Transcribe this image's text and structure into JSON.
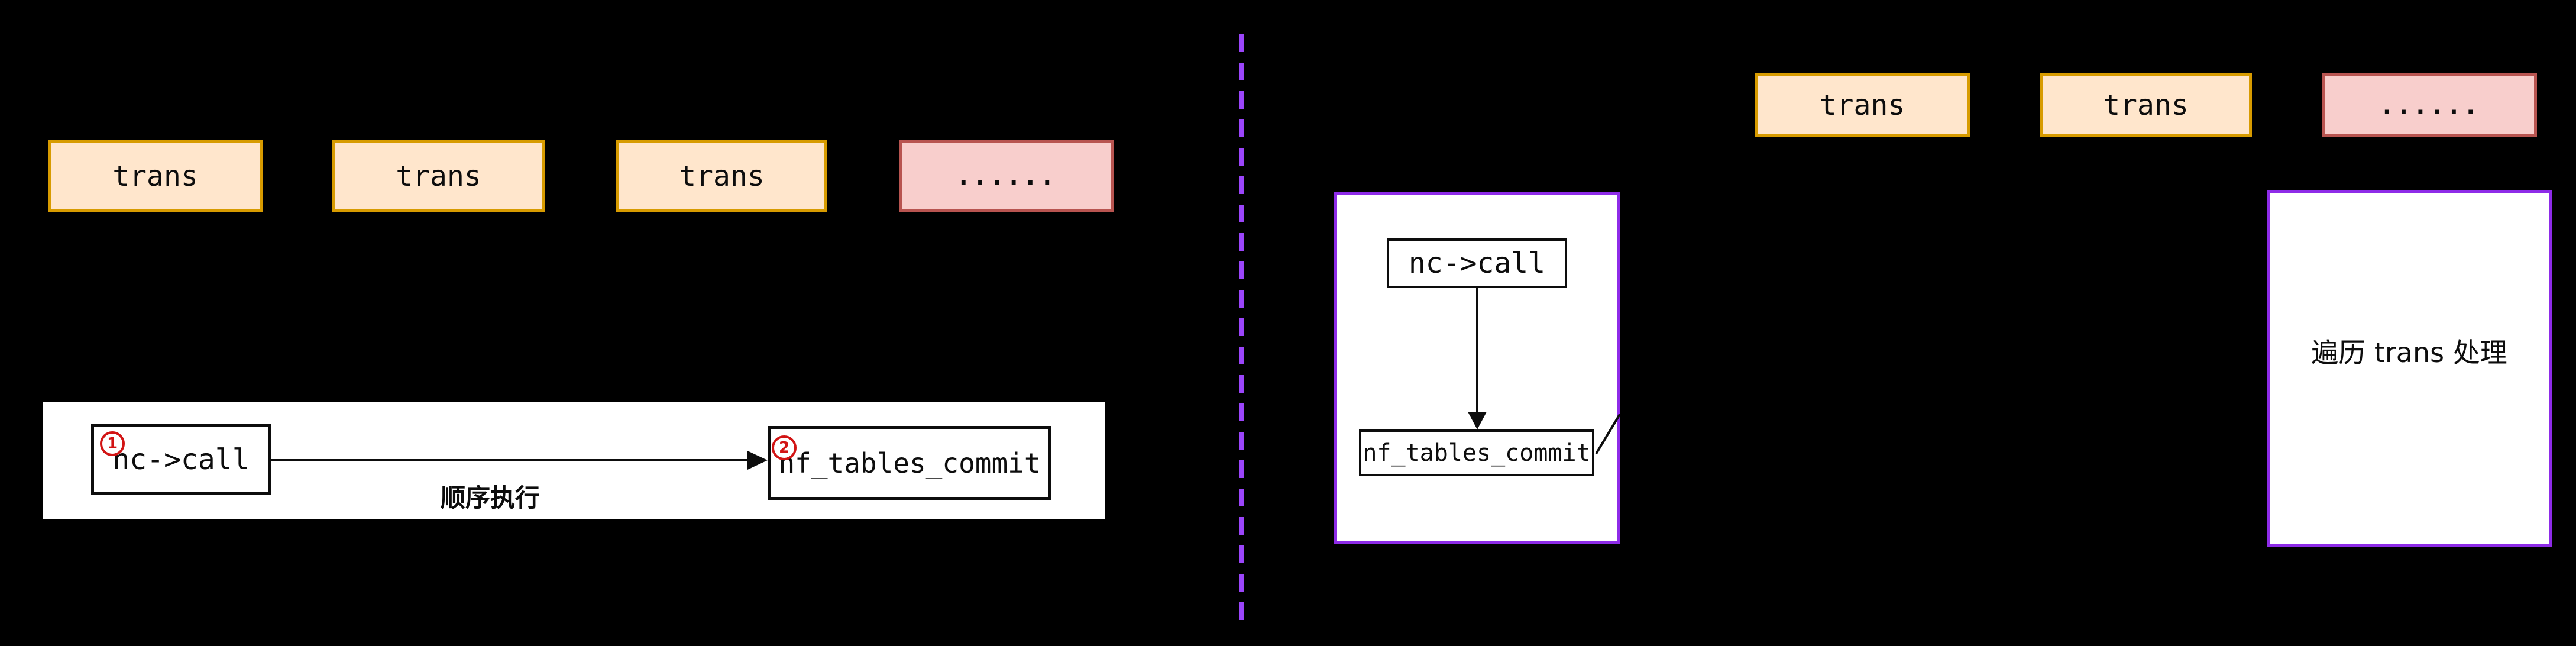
{
  "diagram": {
    "background": "#000000",
    "colors": {
      "trans_fill": "#FFE6CC",
      "trans_border": "#D79B00",
      "dots_fill": "#F8CECC",
      "dots_border": "#B85450",
      "purple_border": "#8E2BE8",
      "divider_purple": "#9B45FA",
      "badge_red": "#D21414",
      "line_black": "#0d0d0d",
      "panel_white": "#ffffff"
    },
    "left": {
      "trans_row": [
        {
          "label": "trans"
        },
        {
          "label": "trans"
        },
        {
          "label": "trans"
        },
        {
          "label": "......"
        }
      ],
      "panel": {
        "step1_badge": "1",
        "node1": "nc->call",
        "step2_badge": "2",
        "node2": "nf_tables_commit",
        "arrow_label": "顺序执行"
      }
    },
    "right": {
      "trans_row": [
        {
          "label": "trans"
        },
        {
          "label": "trans"
        },
        {
          "label": "......"
        }
      ],
      "flow": {
        "node1": "nc->call",
        "node2": "nf_tables_commit"
      },
      "note": {
        "label": "遍历 trans 处理"
      }
    }
  }
}
